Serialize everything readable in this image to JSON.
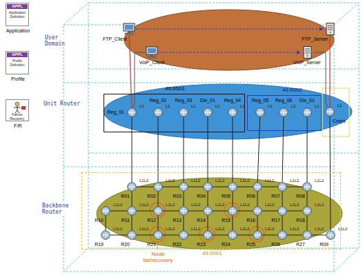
{
  "diagram": {
    "nodes": [
      {
        "text": [
          "APPL",
          "Application Definition",
          "Application"
        ]
      },
      {
        "text": [
          "APPL",
          "Profile Definition",
          "Profile"
        ]
      },
      {
        "text": [
          "Failure Recovery",
          "F/R"
        ]
      },
      {
        "text": [
          "FTP_Client"
        ]
      },
      {
        "text": [
          "FTP_Server"
        ]
      },
      {
        "text": [
          "VoIP_Client"
        ]
      },
      {
        "text": [
          "VoIP_Server"
        ]
      },
      {
        "text": [
          "49.0001"
        ]
      },
      {
        "text": [
          "Reg_01",
          "L1"
        ],
        "in": 7
      },
      {
        "text": [
          "Reg_02",
          "L1"
        ],
        "in": 7
      },
      {
        "text": [
          "Reg_03",
          "L1"
        ],
        "in": 7
      },
      {
        "text": [
          "Div_01",
          "L1"
        ],
        "in": 7
      },
      {
        "text": [
          "Reg_04",
          "L1"
        ],
        "in": 7
      },
      {
        "text": [
          "49.0002"
        ]
      },
      {
        "text": [
          "Reg_05",
          "L1"
        ],
        "in": 13
      },
      {
        "text": [
          "Reg_06",
          "L1"
        ],
        "in": 13
      },
      {
        "text": [
          "Div_02",
          "L1"
        ],
        "in": 13
      },
      {
        "text": [
          "Corps",
          "L1"
        ]
      },
      {
        "text": [
          "49.0001"
        ]
      },
      {
        "text": [
          "R01",
          "L1L2"
        ],
        "in": 18
      },
      {
        "text": [
          "R02",
          "L1L2"
        ],
        "in": 18
      },
      {
        "text": [
          "R03",
          "L1L2"
        ],
        "in": 18
      },
      {
        "text": [
          "R04",
          "L1L2"
        ],
        "in": 18
      },
      {
        "text": [
          "R05",
          "L1L2"
        ],
        "in": 18
      },
      {
        "text": [
          "R06",
          "L1L2"
        ],
        "in": 18
      },
      {
        "text": [
          "R07",
          "L1L2"
        ],
        "in": 18
      },
      {
        "text": [
          "R08",
          "L1L2"
        ],
        "in": 18
      },
      {
        "text": [
          "R10",
          "L1L2"
        ],
        "in": 18
      },
      {
        "text": [
          "R11",
          "L1L2"
        ],
        "in": 18
      },
      {
        "text": [
          "R12",
          "L1L2"
        ],
        "in": 18
      },
      {
        "text": [
          "R13",
          "L1L2"
        ],
        "in": 18
      },
      {
        "text": [
          "R14",
          "L1L2"
        ],
        "in": 18
      },
      {
        "text": [
          "R15",
          "L1L2"
        ],
        "in": 18
      },
      {
        "text": [
          "R16",
          "L1L2"
        ],
        "in": 18
      },
      {
        "text": [
          "R17",
          "L1L2"
        ],
        "in": 18
      },
      {
        "text": [
          "R18",
          "L1L2"
        ],
        "in": 18
      },
      {
        "text": [
          "R19",
          "L1L2"
        ],
        "in": 18
      },
      {
        "text": [
          "R20",
          "L1L2"
        ],
        "in": 18
      },
      {
        "text": [
          "R21",
          "L1L2"
        ],
        "in": 18
      },
      {
        "text": [
          "R22",
          "L1L2"
        ],
        "in": 18
      },
      {
        "text": [
          "R23",
          "L1L2"
        ],
        "in": 18
      },
      {
        "text": [
          "R24",
          "L1L2"
        ],
        "in": 18
      },
      {
        "text": [
          "R25",
          "L1L2"
        ],
        "in": 18
      },
      {
        "text": [
          "R26",
          "L1L2"
        ],
        "in": 18
      },
      {
        "text": [
          "R27",
          "L1L2"
        ],
        "in": 18
      },
      {
        "text": [
          "R09",
          "L1L2"
        ],
        "in": 18
      }
    ],
    "edges": [
      {
        "from": 3,
        "to": 4,
        "arrow": "to"
      },
      {
        "from": 5,
        "to": 6,
        "arrow": "to"
      },
      {
        "from": 3,
        "to": 8,
        "arrow": "none"
      },
      {
        "from": 5,
        "to": 8,
        "arrow": "none"
      },
      {
        "from": 4,
        "to": 17,
        "arrow": "none"
      },
      {
        "from": 6,
        "to": 17,
        "arrow": "none"
      },
      {
        "from": 8,
        "to": 19,
        "arrow": "none"
      },
      {
        "from": 9,
        "to": 20,
        "arrow": "none"
      },
      {
        "from": 10,
        "to": 21,
        "arrow": "none"
      },
      {
        "from": 11,
        "to": 22,
        "arrow": "none"
      },
      {
        "from": 12,
        "to": 23,
        "arrow": "none"
      },
      {
        "from": 14,
        "to": 24,
        "arrow": "none"
      },
      {
        "from": 15,
        "to": 25,
        "arrow": "none"
      },
      {
        "from": 16,
        "to": 26,
        "arrow": "none"
      },
      {
        "from": 17,
        "to": 45,
        "arrow": "none"
      },
      {
        "from": 19,
        "to": 20,
        "arrow": "none"
      },
      {
        "from": 20,
        "to": 21,
        "arrow": "none"
      },
      {
        "from": 21,
        "to": 22,
        "arrow": "none"
      },
      {
        "from": 22,
        "to": 23,
        "arrow": "none"
      },
      {
        "from": 23,
        "to": 24,
        "arrow": "none"
      },
      {
        "from": 24,
        "to": 25,
        "arrow": "none"
      },
      {
        "from": 25,
        "to": 26,
        "arrow": "none"
      },
      {
        "from": 27,
        "to": 28,
        "arrow": "none"
      },
      {
        "from": 28,
        "to": 29,
        "arrow": "none"
      },
      {
        "from": 29,
        "to": 30,
        "arrow": "none"
      },
      {
        "from": 30,
        "to": 31,
        "arrow": "none"
      },
      {
        "from": 31,
        "to": 32,
        "arrow": "none"
      },
      {
        "from": 32,
        "to": 33,
        "arrow": "none"
      },
      {
        "from": 33,
        "to": 34,
        "arrow": "none"
      },
      {
        "from": 34,
        "to": 35,
        "arrow": "none"
      },
      {
        "from": 36,
        "to": 37,
        "arrow": "none"
      },
      {
        "from": 37,
        "to": 38,
        "arrow": "none"
      },
      {
        "from": 38,
        "to": 39,
        "arrow": "none"
      },
      {
        "from": 39,
        "to": 40,
        "arrow": "none"
      },
      {
        "from": 40,
        "to": 41,
        "arrow": "none"
      },
      {
        "from": 41,
        "to": 42,
        "arrow": "none"
      },
      {
        "from": 42,
        "to": 43,
        "arrow": "none"
      },
      {
        "from": 43,
        "to": 44,
        "arrow": "none"
      },
      {
        "from": 44,
        "to": 45,
        "arrow": "none"
      },
      {
        "from": 19,
        "to": 28,
        "arrow": "none"
      },
      {
        "from": 20,
        "to": 29,
        "arrow": "none"
      },
      {
        "from": 21,
        "to": 30,
        "arrow": "none"
      },
      {
        "from": 22,
        "to": 31,
        "arrow": "none"
      },
      {
        "from": 23,
        "to": 32,
        "arrow": "none"
      },
      {
        "from": 24,
        "to": 33,
        "arrow": "none"
      },
      {
        "from": 25,
        "to": 34,
        "arrow": "none"
      },
      {
        "from": 26,
        "to": 35,
        "arrow": "none"
      },
      {
        "from": 28,
        "to": 37,
        "arrow": "none"
      },
      {
        "from": 29,
        "to": 38,
        "arrow": "none"
      },
      {
        "from": 30,
        "to": 39,
        "arrow": "none"
      },
      {
        "from": 31,
        "to": 40,
        "arrow": "none"
      },
      {
        "from": 32,
        "to": 41,
        "arrow": "none"
      },
      {
        "from": 33,
        "to": 42,
        "arrow": "none"
      },
      {
        "from": 34,
        "to": 43,
        "arrow": "none"
      },
      {
        "from": 35,
        "to": 44,
        "arrow": "none"
      },
      {
        "from": 27,
        "to": 36,
        "arrow": "none"
      }
    ],
    "labels": [
      "User Domain",
      "Unit Router",
      "Backbone Router",
      "Node fail/recovery"
    ]
  }
}
